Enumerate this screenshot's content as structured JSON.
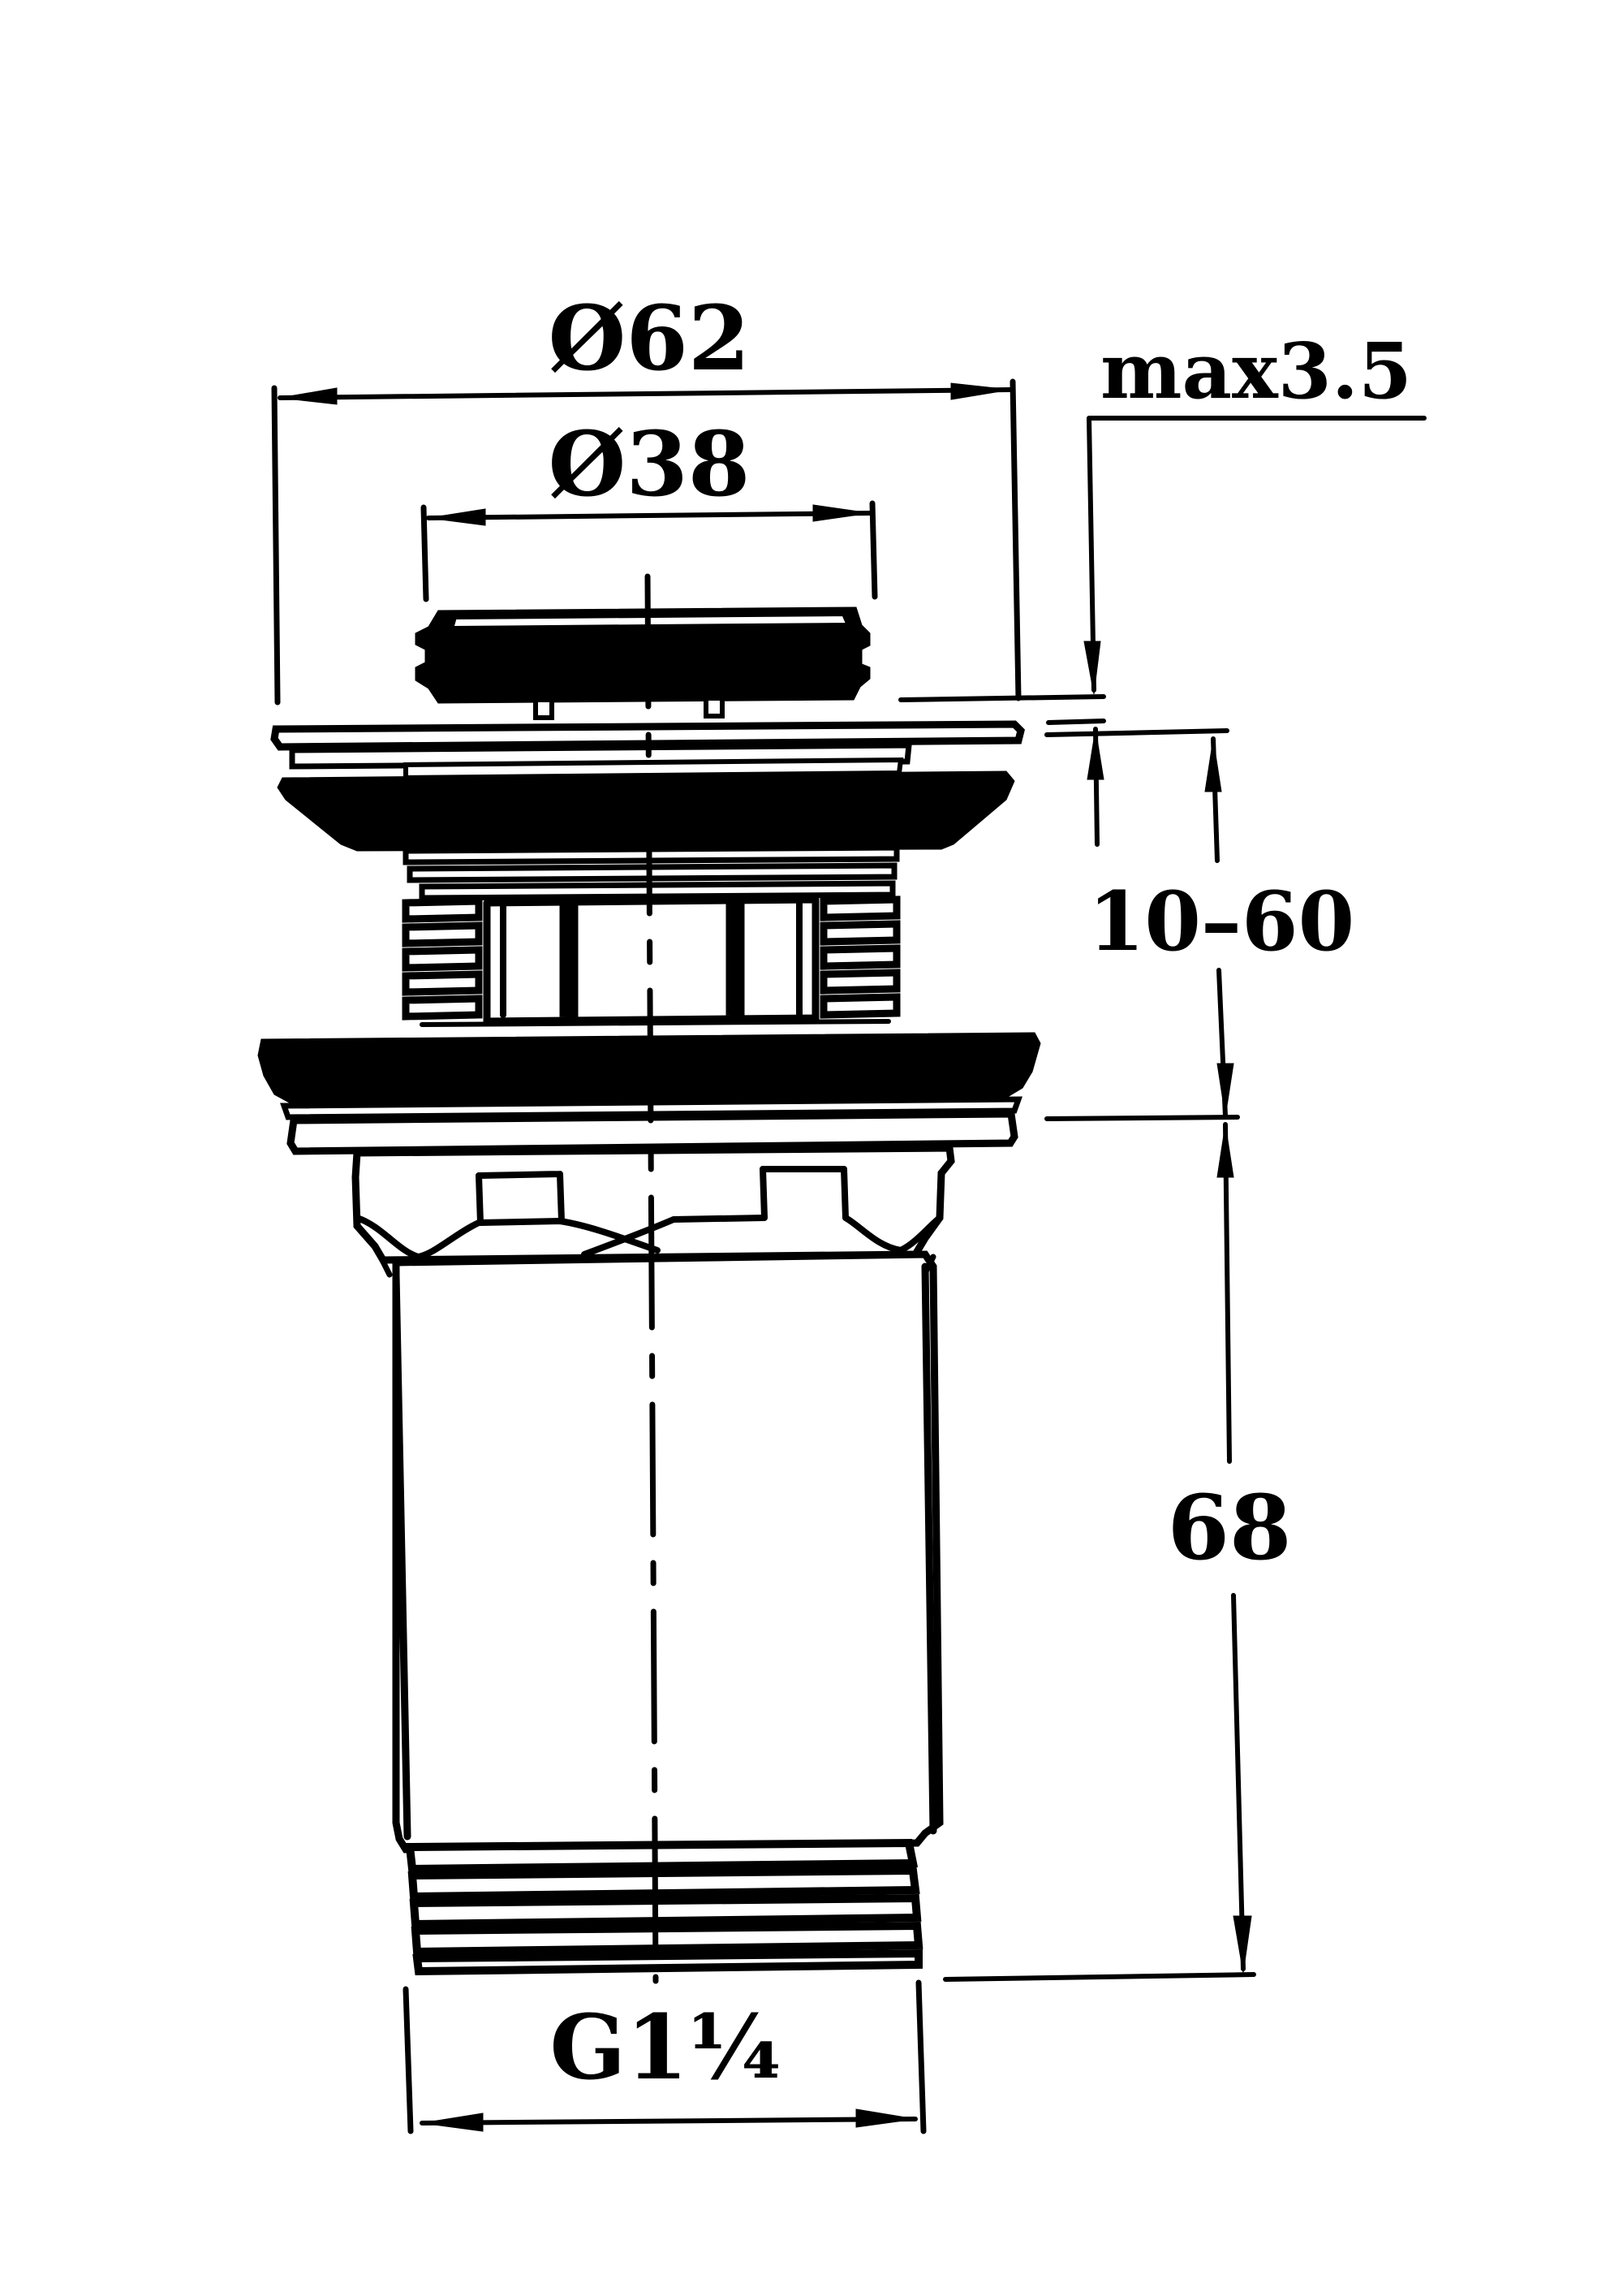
{
  "drawing": {
    "subject": "pop-up waste valve",
    "colors": {
      "ink": "#000000",
      "paper": "#ffffff"
    }
  },
  "dimensions": {
    "outer_diameter": "Ø62",
    "inner_diameter": "Ø38",
    "flange_max": "max3.5",
    "clamp_range": "10–60",
    "body_length": "68",
    "thread": "G1¼"
  }
}
